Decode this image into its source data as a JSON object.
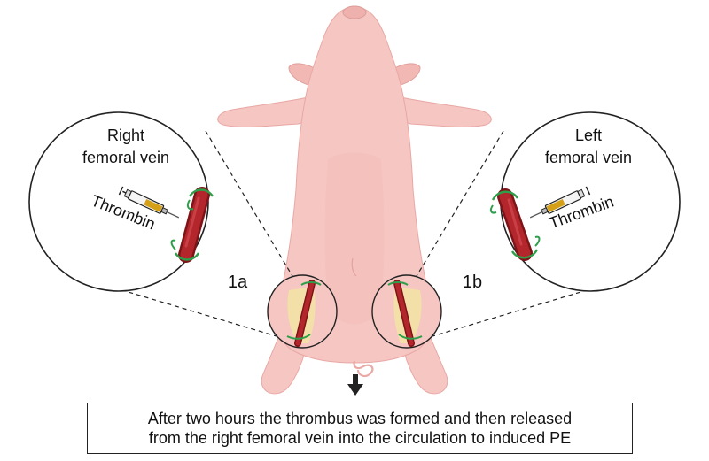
{
  "right_panel": {
    "title_line1": "Right",
    "title_line2": "femoral vein",
    "injection_label": "Thrombin"
  },
  "left_panel": {
    "title_line1": "Left",
    "title_line2": "femoral vein",
    "injection_label": "Thrombin"
  },
  "site_labels": {
    "a": "1a",
    "b": "1b"
  },
  "caption": {
    "line1": "After two hours the thrombus was formed and then released",
    "line2": "from the right femoral vein into the circulation to induced PE"
  },
  "colors": {
    "pig_skin": "#f6c6c3",
    "pig_shade": "#eeb1ad",
    "vein": "#b3262c",
    "vein_dark": "#7e1418",
    "suture": "#2e9e4a",
    "yellow_tissue": "#f3e2a6",
    "thrombin_liquid": "#d4a017"
  },
  "icons": {
    "syringe": "syringe-icon",
    "arrow": "down-arrow-icon"
  }
}
